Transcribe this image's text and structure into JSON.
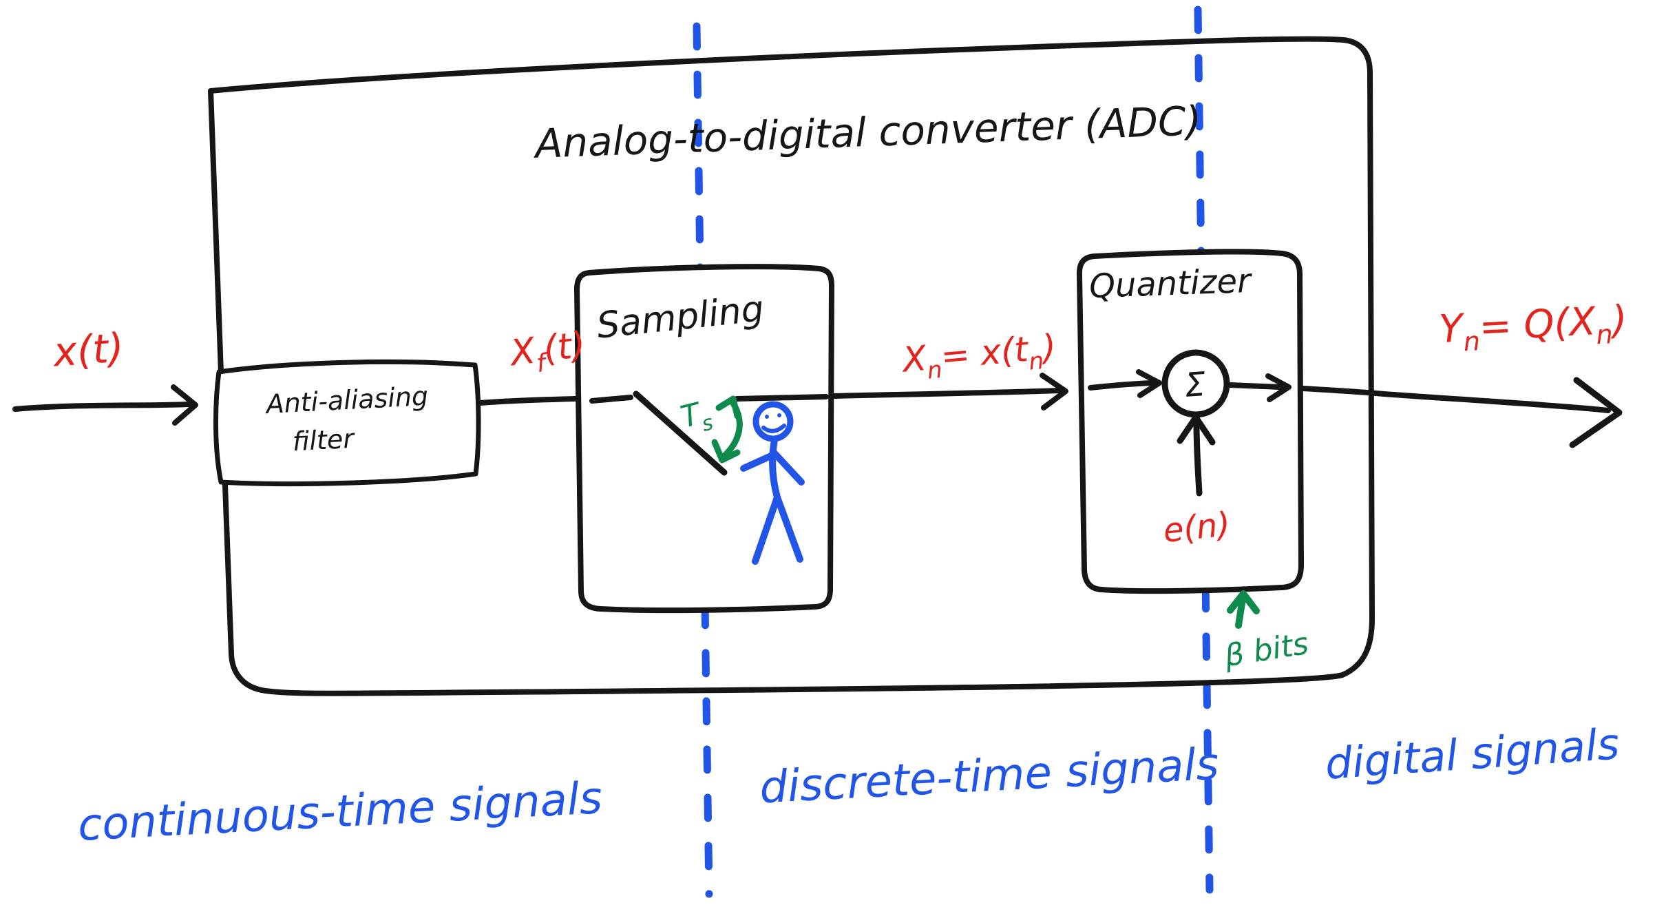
{
  "title": "Analog-to-digital converter (ADC)",
  "palette": {
    "ink": "#161616",
    "signal_red": "#e3231d",
    "annotation_blue": "#2155e8",
    "annotation_green": "#0f8a4d"
  },
  "blocks": {
    "filter": {
      "line1": "Anti-aliasing",
      "line2": "filter"
    },
    "sampling": {
      "title": "Sampling",
      "period": [
        "T",
        "s"
      ]
    },
    "quantizer": {
      "title": "Quantizer",
      "sum": "Σ",
      "error": "e(n)",
      "bits": "β bits"
    }
  },
  "signals": {
    "input": "x(t)",
    "filtered": [
      "X",
      "f",
      "(t)"
    ],
    "sampled": [
      "X",
      "n",
      "= x(t",
      "n",
      ")"
    ],
    "output": [
      "Y",
      "n",
      "= Q(X",
      "n",
      ")"
    ]
  },
  "regions": {
    "continuous": "continuous-time signals",
    "discrete": "discrete-time signals",
    "digital": "digital signals"
  }
}
